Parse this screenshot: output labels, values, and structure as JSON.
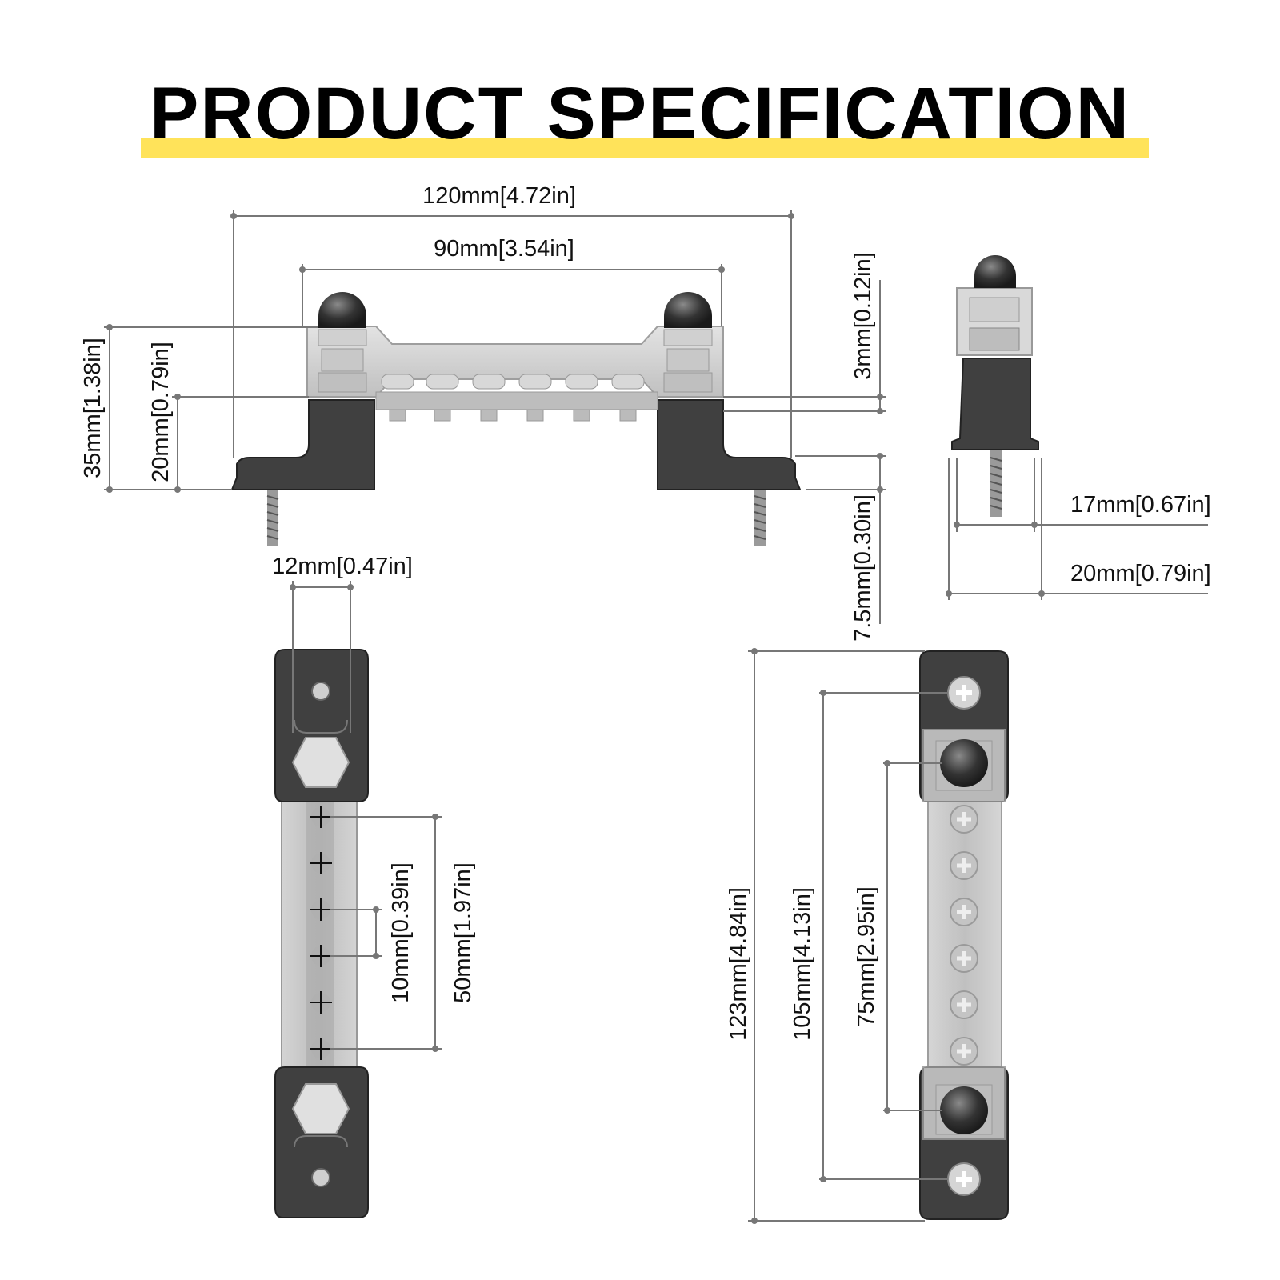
{
  "header": {
    "title": "PRODUCT SPECIFICATION",
    "accent_color": "#ffe35a"
  },
  "front_view": {
    "overall_length": "120mm[4.72in]",
    "stud_spacing": "90mm[3.54in]",
    "overall_height": "35mm[1.38in]",
    "base_height": "20mm[0.79in]",
    "bar_thickness": "3mm[0.12in]",
    "foot_thickness": "7.5mm[0.30in]"
  },
  "side_view": {
    "inner_width": "17mm[0.67in]",
    "outer_width": "20mm[0.79in]"
  },
  "bottom_view": {
    "width": "12mm[0.47in]",
    "terminal_pitch": "10mm[0.39in]",
    "terminal_span": "50mm[1.97in]"
  },
  "top_view": {
    "overall_length": "123mm[4.84in]",
    "mount_hole_spacing": "105mm[4.13in]",
    "stud_spacing": "75mm[2.95in]"
  },
  "colors": {
    "housing": "#3f3f3f",
    "bar": "#c9c9c9",
    "dim_line": "#777777"
  }
}
